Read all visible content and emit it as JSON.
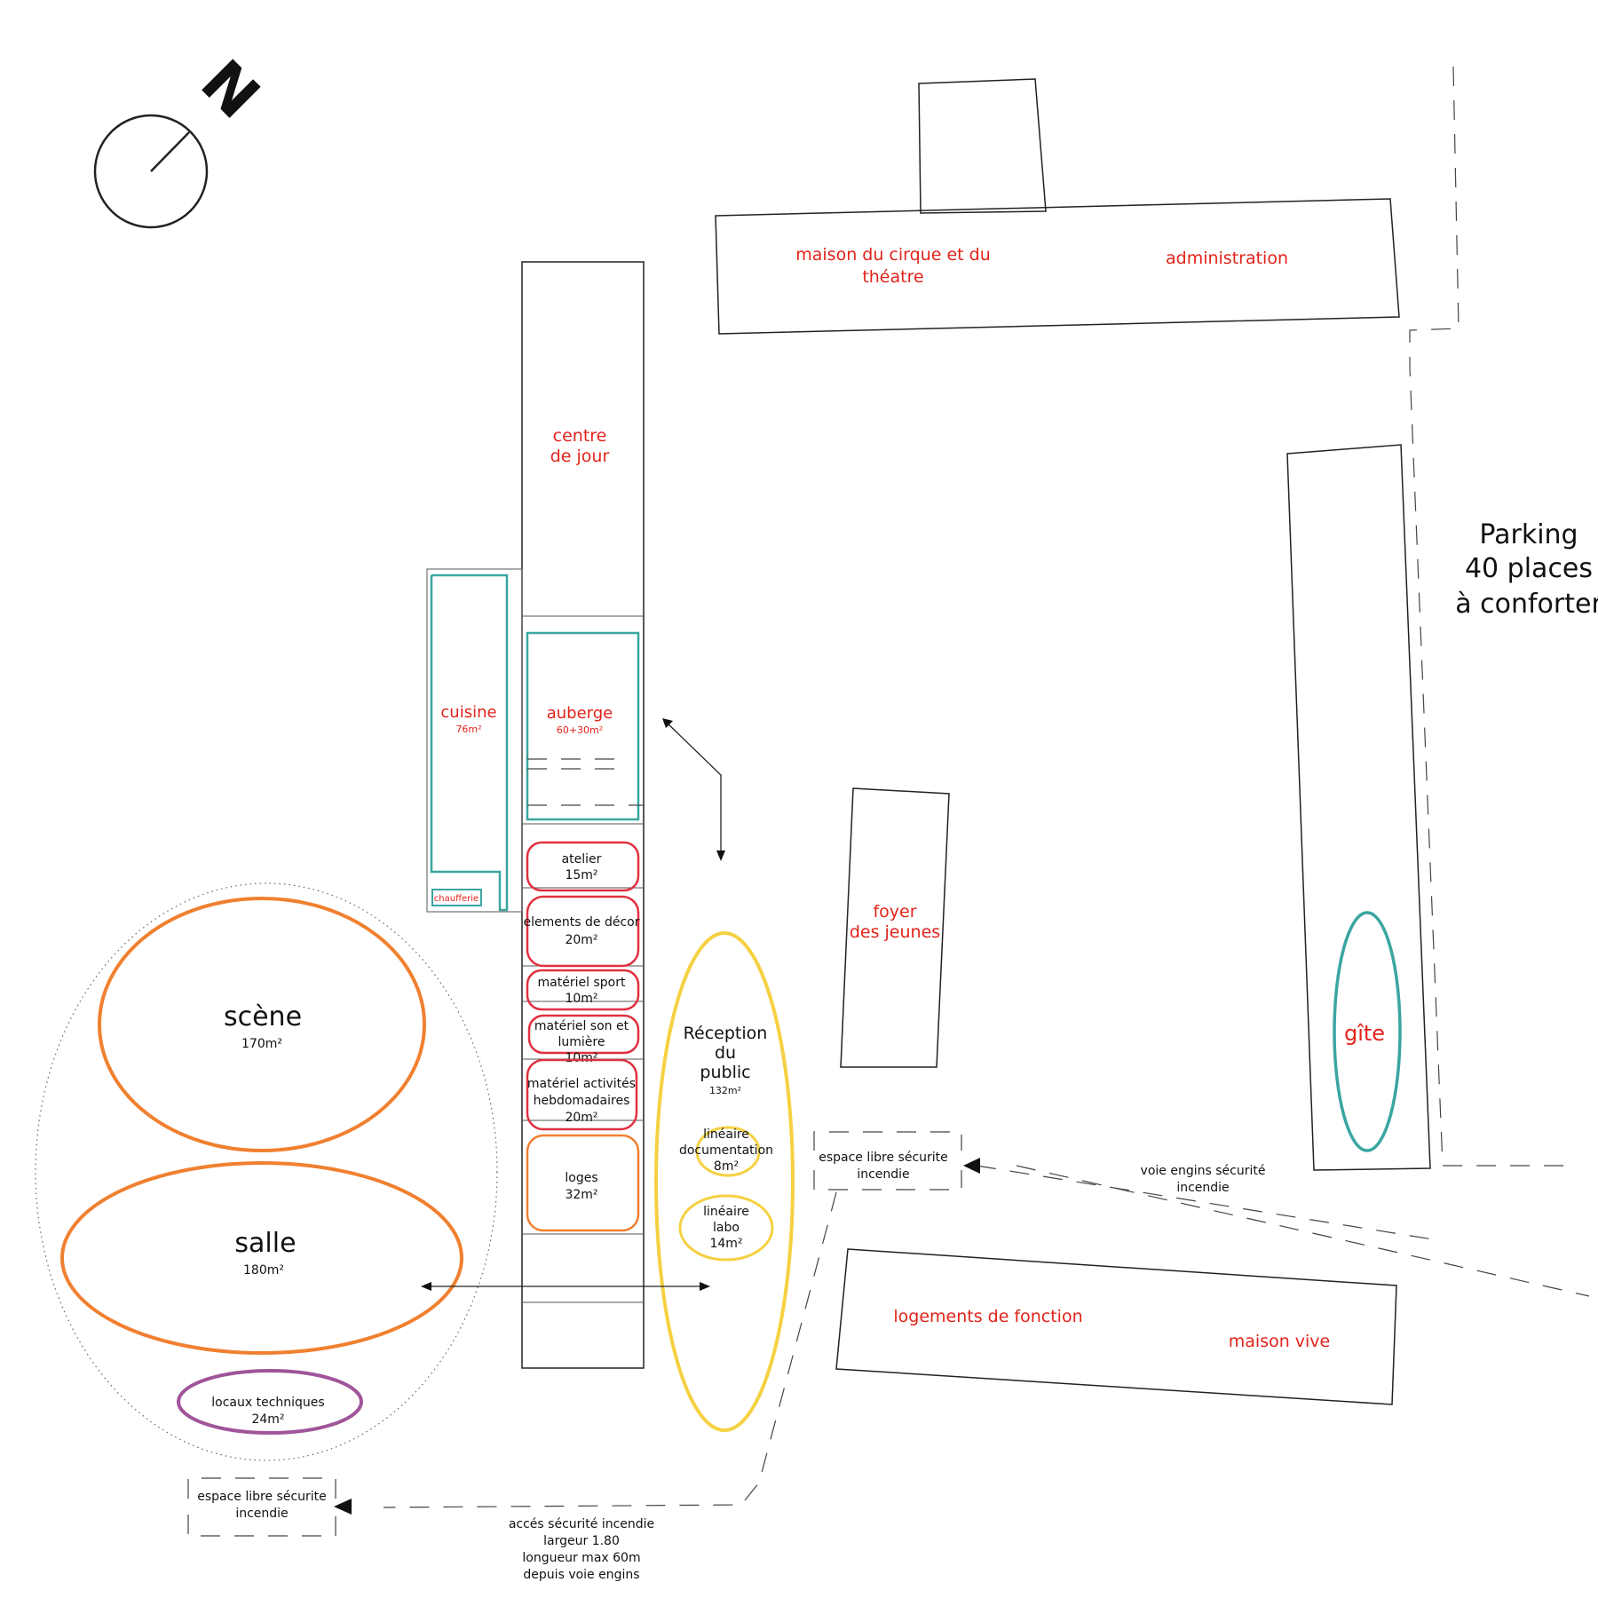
{
  "compass": {
    "north_letter": "N"
  },
  "colors": {
    "label_red": "#e2231a",
    "orange": "#f08030",
    "yellow": "#f5d142",
    "teal": "#3aa6a0",
    "crimson": "#e03040",
    "purple": "#a0549a",
    "line": "#222222"
  },
  "buildings": {
    "maison_cirque": [
      "maison du cirque et du",
      "théatre"
    ],
    "administration": "administration",
    "centre_jour": [
      "centre",
      "de jour"
    ],
    "foyer": [
      "foyer",
      "des jeunes"
    ],
    "gite": "gîte",
    "logements": "logements de fonction",
    "maison_vive": "maison vive"
  },
  "rooms": {
    "cuisine": {
      "name": "cuisine",
      "area": "76m²"
    },
    "chaufferie": "chaufferie",
    "auberge": {
      "name": "auberge",
      "area": "60+30m²"
    },
    "atelier": [
      "atelier",
      "15m²"
    ],
    "decor": [
      "elements de décor",
      "20m²"
    ],
    "sport": [
      "matériel sport",
      "10m²"
    ],
    "son": [
      "matériel son et",
      "lumière",
      "10m²"
    ],
    "activites": [
      "matériel activités",
      "hebdomadaires",
      "20m²"
    ],
    "loges": [
      "loges",
      "32m²"
    ],
    "scene": {
      "name": "scène",
      "area": "170m²"
    },
    "salle": {
      "name": "salle",
      "area": "180m²"
    },
    "locaux": [
      "locaux techniques",
      "24m²"
    ],
    "reception": {
      "lines": [
        "Réception",
        "du",
        "public"
      ],
      "area": "132m²"
    },
    "documentation": [
      "linéaire",
      "documentation",
      "8m²"
    ],
    "labo": [
      "linéaire",
      "labo",
      "14m²"
    ]
  },
  "parking": [
    "Parking",
    "40 places",
    "à conforter"
  ],
  "annotations": {
    "espace_libre_right": [
      "espace libre sécurite",
      "incendie"
    ],
    "voie_engins": [
      "voie engins sécurité",
      "incendie"
    ],
    "espace_libre_left": [
      "espace libre sécurite",
      "incendie"
    ],
    "acces": [
      "accés sécurité incendie",
      "largeur 1.80",
      "longueur max 60m",
      "depuis voie engins"
    ]
  }
}
